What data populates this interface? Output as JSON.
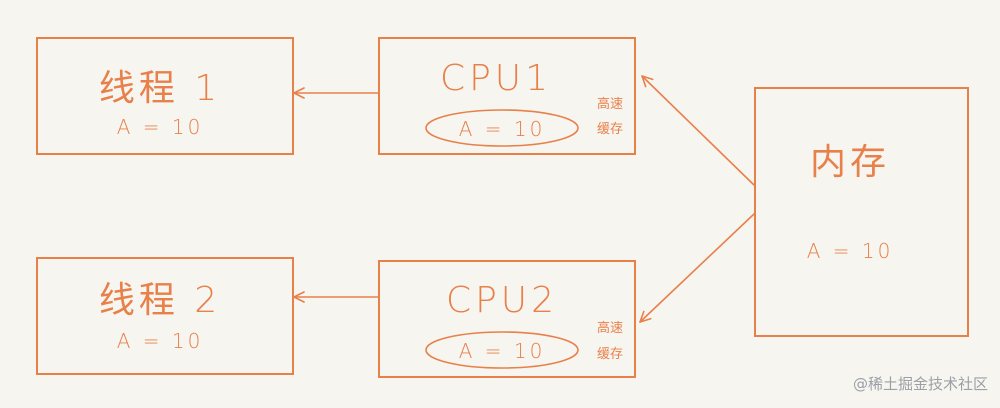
{
  "thread1": {
    "title": "线程 1",
    "value": "A = 10"
  },
  "thread2": {
    "title": "线程 2",
    "value": "A = 10"
  },
  "cpu1": {
    "title": "CPU1",
    "cache_value": "A = 10",
    "cache_label_top": "高速",
    "cache_label_bottom": "缓存"
  },
  "cpu2": {
    "title": "CPU2",
    "cache_value": "A = 10",
    "cache_label_top": "高速",
    "cache_label_bottom": "缓存"
  },
  "memory": {
    "title": "内存",
    "value": "A = 10"
  },
  "watermark": "@稀土掘金技术社区",
  "colors": {
    "accent": "#e8804a",
    "background": "#f7f5f0",
    "watermark": "#9aa0a6"
  }
}
